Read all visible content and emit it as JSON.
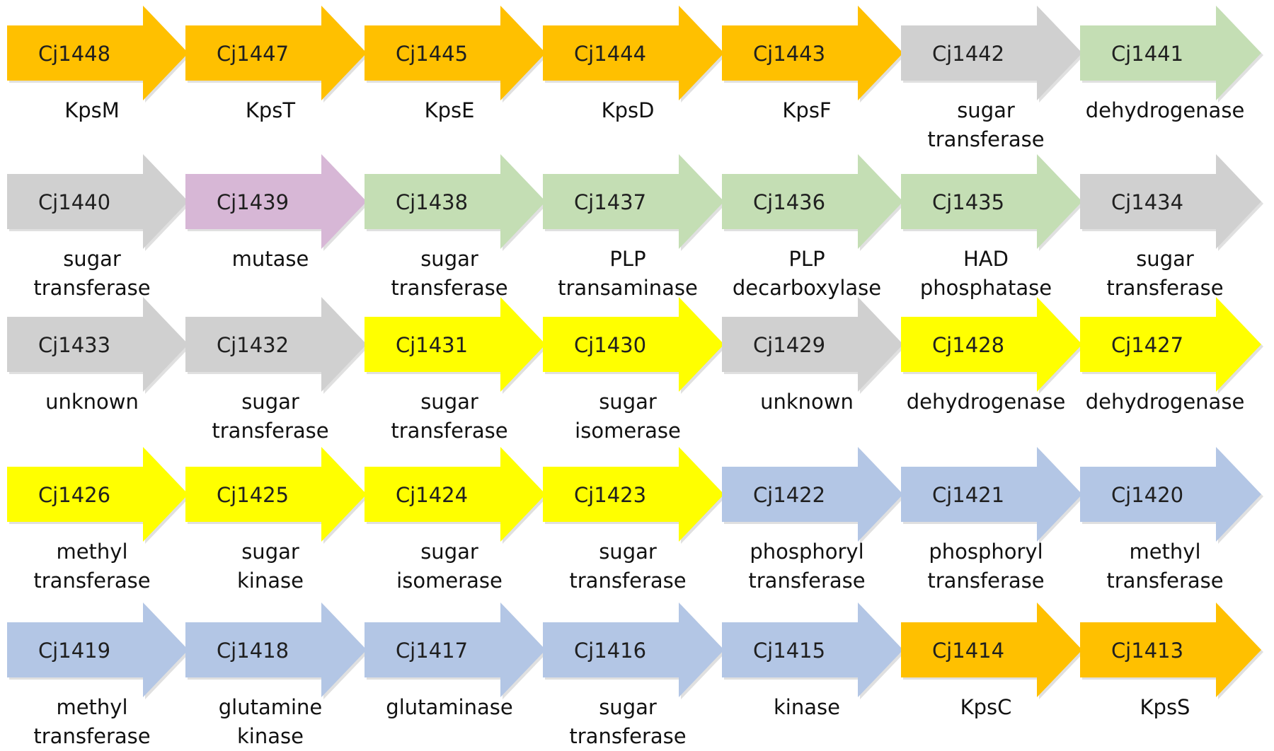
{
  "colors": {
    "export": "#FFC000",
    "unknown": "#D0D0D0",
    "conserved": "#C4DEB4",
    "mutase": "#D7B7D6",
    "yellow": "#FFFF00",
    "blue": "#B3C6E5"
  },
  "rows": [
    {
      "genes": [
        {
          "id": "Cj1448",
          "function": "KpsM",
          "color": "#FFC000"
        },
        {
          "id": "Cj1447",
          "function": "KpsT",
          "color": "#FFC000"
        },
        {
          "id": "Cj1445",
          "function": "KpsE",
          "color": "#FFC000"
        },
        {
          "id": "Cj1444",
          "function": "KpsD",
          "color": "#FFC000"
        },
        {
          "id": "Cj1443",
          "function": "KpsF",
          "color": "#FFC000"
        },
        {
          "id": "Cj1442",
          "function": "sugar\ntransferase",
          "color": "#D0D0D0"
        },
        {
          "id": "Cj1441",
          "function": "dehydrogenase",
          "color": "#C4DEB4"
        }
      ]
    },
    {
      "genes": [
        {
          "id": "Cj1440",
          "function": "sugar\ntransferase",
          "color": "#D0D0D0"
        },
        {
          "id": "Cj1439",
          "function": "mutase",
          "color": "#D7B7D6"
        },
        {
          "id": "Cj1438",
          "function": "sugar\ntransferase",
          "color": "#C4DEB4"
        },
        {
          "id": "Cj1437",
          "function": "PLP\ntransaminase",
          "color": "#C4DEB4"
        },
        {
          "id": "Cj1436",
          "function": "PLP\ndecarboxylase",
          "color": "#C4DEB4"
        },
        {
          "id": "Cj1435",
          "function": "HAD\nphosphatase",
          "color": "#C4DEB4"
        },
        {
          "id": "Cj1434",
          "function": "sugar\ntransferase",
          "color": "#D0D0D0"
        }
      ]
    },
    {
      "genes": [
        {
          "id": "Cj1433",
          "function": "unknown",
          "color": "#D0D0D0"
        },
        {
          "id": "Cj1432",
          "function": "sugar\ntransferase",
          "color": "#D0D0D0"
        },
        {
          "id": "Cj1431",
          "function": "sugar\ntransferase",
          "color": "#FFFF00"
        },
        {
          "id": "Cj1430",
          "function": "sugar\nisomerase",
          "color": "#FFFF00"
        },
        {
          "id": "Cj1429",
          "function": "unknown",
          "color": "#D0D0D0"
        },
        {
          "id": "Cj1428",
          "function": "dehydrogenase",
          "color": "#FFFF00"
        },
        {
          "id": "Cj1427",
          "function": "dehydrogenase",
          "color": "#FFFF00"
        }
      ]
    },
    {
      "genes": [
        {
          "id": "Cj1426",
          "function": "methyl\ntransferase",
          "color": "#FFFF00"
        },
        {
          "id": "Cj1425",
          "function": "sugar\nkinase",
          "color": "#FFFF00"
        },
        {
          "id": "Cj1424",
          "function": "sugar\nisomerase",
          "color": "#FFFF00"
        },
        {
          "id": "Cj1423",
          "function": "sugar\ntransferase",
          "color": "#FFFF00"
        },
        {
          "id": "Cj1422",
          "function": "phosphoryl\ntransferase",
          "color": "#B3C6E5"
        },
        {
          "id": "Cj1421",
          "function": "phosphoryl\ntransferase",
          "color": "#B3C6E5"
        },
        {
          "id": "Cj1420",
          "function": "methyl\ntransferase",
          "color": "#B3C6E5"
        }
      ]
    },
    {
      "genes": [
        {
          "id": "Cj1419",
          "function": "methyl\ntransferase",
          "color": "#B3C6E5"
        },
        {
          "id": "Cj1418",
          "function": "glutamine\nkinase",
          "color": "#B3C6E5"
        },
        {
          "id": "Cj1417",
          "function": "glutaminase",
          "color": "#B3C6E5"
        },
        {
          "id": "Cj1416",
          "function": "sugar\ntransferase",
          "color": "#B3C6E5"
        },
        {
          "id": "Cj1415",
          "function": "kinase",
          "color": "#B3C6E5"
        },
        {
          "id": "Cj1414",
          "function": "KpsC",
          "color": "#FFC000"
        },
        {
          "id": "Cj1413",
          "function": "KpsS",
          "color": "#FFC000"
        }
      ]
    }
  ]
}
